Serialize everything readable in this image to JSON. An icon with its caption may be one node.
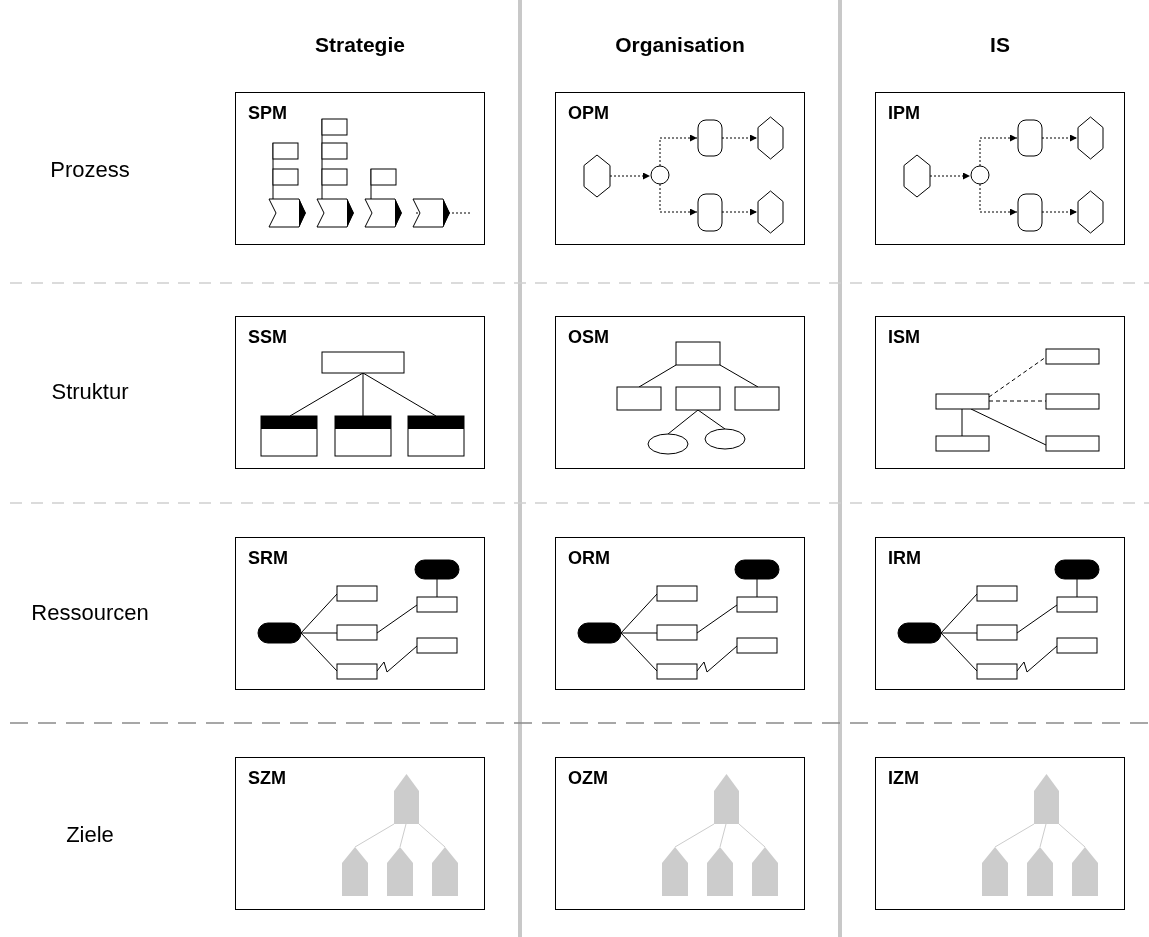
{
  "diagram": {
    "nodes": [
      {
        "text": [
          "SPM"
        ]
      },
      {
        "text": [
          "OPM"
        ]
      },
      {
        "text": [
          "IPM"
        ]
      },
      {
        "text": [
          "SSM"
        ]
      },
      {
        "text": [
          "OSM"
        ]
      },
      {
        "text": [
          "ISM"
        ]
      },
      {
        "text": [
          "SRM"
        ]
      },
      {
        "text": [
          "ORM"
        ]
      },
      {
        "text": [
          "IRM"
        ]
      },
      {
        "text": [
          "SZM"
        ]
      },
      {
        "text": [
          "OZM"
        ]
      },
      {
        "text": [
          "IZM"
        ]
      }
    ],
    "labels": [
      "Strategie",
      "Organisation",
      "IS",
      "Prozess",
      "Struktur",
      "Ressourcen",
      "Ziele"
    ]
  }
}
